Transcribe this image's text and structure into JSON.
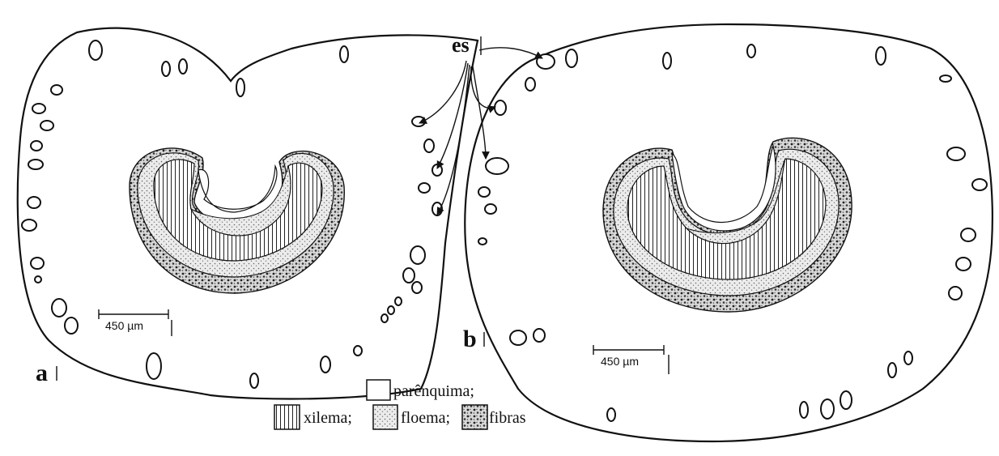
{
  "panels": {
    "a": {
      "label": "a",
      "scale_text": "450 µm"
    },
    "b": {
      "label": "b",
      "scale_text": "450 µm"
    }
  },
  "pointer_label": "es",
  "legend": {
    "items": [
      {
        "key": "parenquima",
        "label": "parênquima;",
        "pattern": "blank"
      },
      {
        "key": "xilema",
        "label": "xilema;",
        "pattern": "vertical-lines"
      },
      {
        "key": "floema",
        "label": "floema;",
        "pattern": "fine-dots"
      },
      {
        "key": "fibras",
        "label": "fibras",
        "pattern": "coarse-dots"
      }
    ]
  },
  "colors": {
    "ink": "#111111",
    "paper": "#ffffff",
    "phloem": "#e6e6e6",
    "fiber": "#bdbdbd"
  }
}
